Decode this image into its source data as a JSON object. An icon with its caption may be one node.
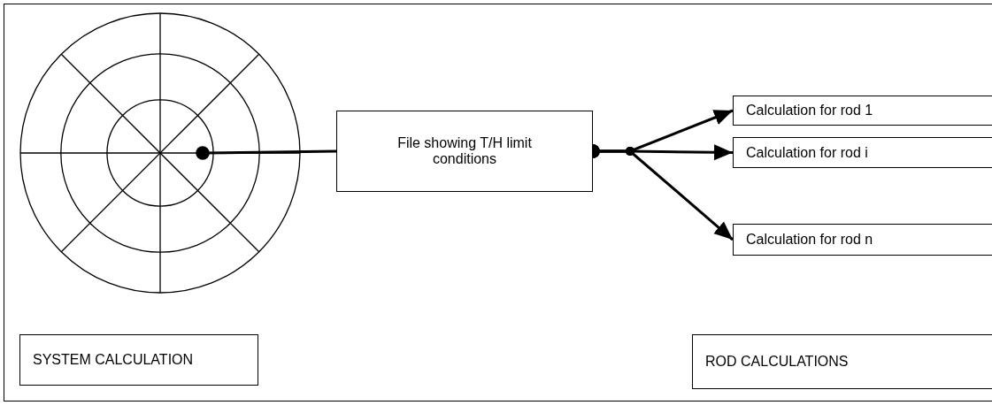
{
  "diagram": {
    "nodes": [
      {
        "text": [],
        "shape": "circle"
      },
      {
        "text": [
          "File showing T/H limit conditions"
        ]
      },
      {
        "text": [
          "Calculation for rod 1"
        ]
      },
      {
        "text": [
          "Calculation for rod i"
        ]
      },
      {
        "text": [
          "Calculation for rod n"
        ]
      },
      {
        "text": [
          "SYSTEM CALCULATION"
        ]
      },
      {
        "text": [
          "ROD CALCULATIONS"
        ]
      }
    ],
    "edges": [
      {
        "from": 0,
        "to": 1,
        "arrow": "other"
      },
      {
        "from": 1,
        "to": 2,
        "arrow": "to"
      },
      {
        "from": 1,
        "to": 3,
        "arrow": "to"
      },
      {
        "from": 1,
        "to": 4,
        "arrow": "to"
      }
    ]
  }
}
